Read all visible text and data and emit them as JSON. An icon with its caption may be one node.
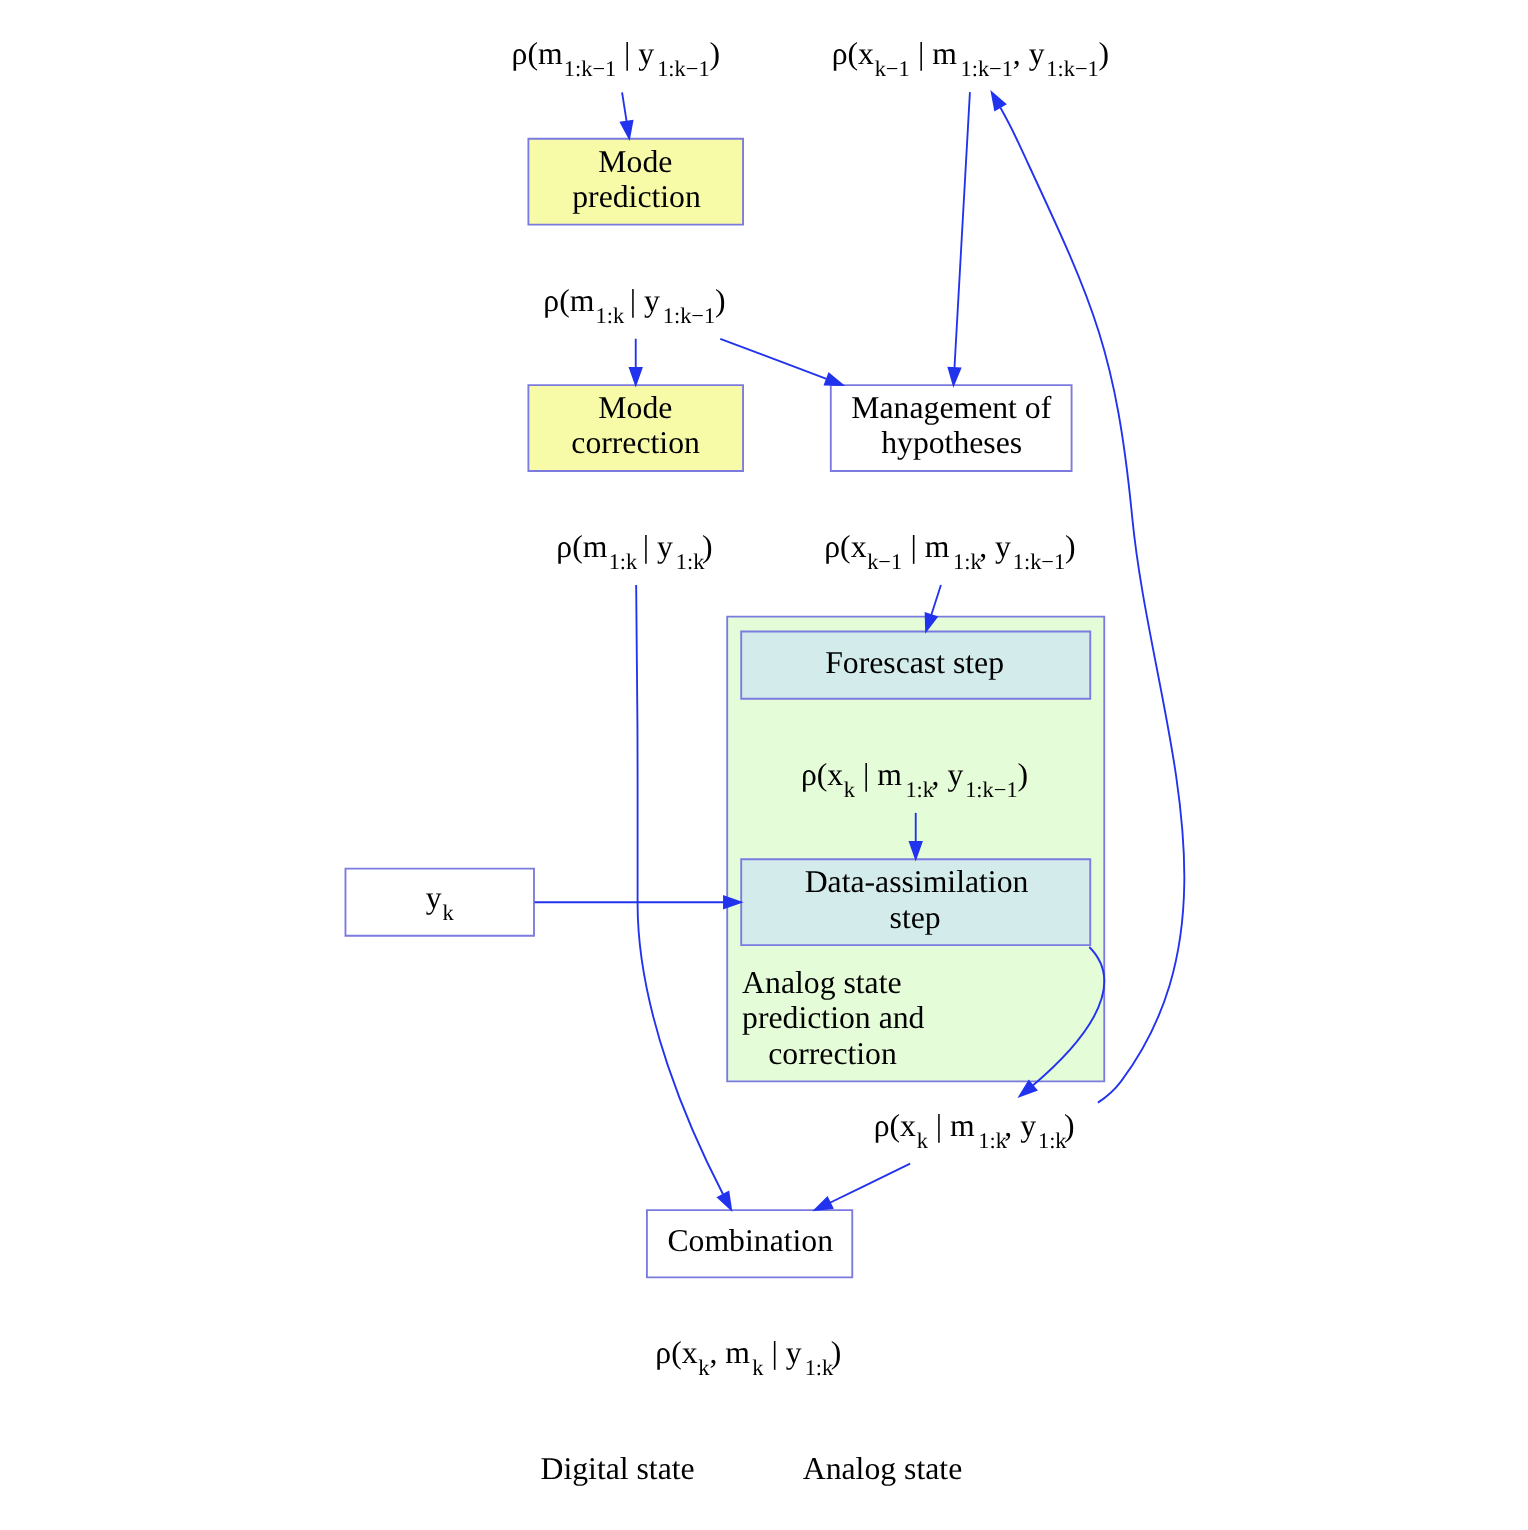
{
  "diagram": {
    "nodes": [
      {
        "text": [
          "ρ(m$_{1:k−1}$ | y$_{1:k−1}$)"
        ]
      },
      {
        "text": [
          "Mode prediction"
        ]
      },
      {
        "text": [
          "ρ(m$_{1:k}$ | y$_{1:k−1}$)"
        ]
      },
      {
        "text": [
          "ρ(x$_{k−1}$ | m$_{1:k−1}$, y$_{1:k−1}$)"
        ]
      },
      {
        "text": [
          "Management of hypotheses"
        ]
      },
      {
        "text": [
          "ρ(x$_{k−1}$ | m$_{1:k}$, y$_{1:k−1}$)"
        ]
      },
      {
        "text": [
          "Analog state prediction and correction"
        ]
      },
      {
        "text": [
          "Forescast step"
        ],
        "in": 6
      },
      {
        "text": [
          "ρ(x$_{k}$ | m$_{1:k}$, y$_{1:k−1}$)"
        ],
        "in": 6
      },
      {
        "text": [
          "Data-assimilation step"
        ],
        "in": 6
      },
      {
        "text": [
          "y$_{k}$"
        ]
      },
      {
        "text": [
          "Mode correction"
        ]
      },
      {
        "text": [
          "ρ(m$_{1:k}$ | y$_{1:k}$)"
        ]
      },
      {
        "text": [
          "ρ(x$_{k}$ | m$_{1:k}$, y$_{1:k}$)"
        ]
      },
      {
        "text": [
          "Combination"
        ]
      },
      {
        "text": [
          "ρ(x$_{k}$, m$_{k}$ | y$_{1:k}$)"
        ]
      }
    ],
    "edges": [
      {
        "from": 0,
        "to": 1,
        "arrow": "to"
      },
      {
        "from": 2,
        "to": 4,
        "arrow": "to"
      },
      {
        "from": 2,
        "to": 11,
        "arrow": "to"
      },
      {
        "from": 3,
        "to": 4,
        "arrow": "to"
      },
      {
        "from": 5,
        "to": 7,
        "arrow": "to"
      },
      {
        "from": 8,
        "to": 9,
        "arrow": "to"
      },
      {
        "from": 10,
        "to": 9,
        "arrow": "to"
      },
      {
        "from": 9,
        "to": 13,
        "arrow": "to"
      },
      {
        "from": 13,
        "to": 3,
        "arrow": "to"
      },
      {
        "from": 12,
        "to": 14,
        "arrow": "to"
      },
      {
        "from": 13,
        "to": 14,
        "arrow": "to"
      }
    ],
    "labels": [
      "Digital state",
      "Analog state"
    ]
  }
}
